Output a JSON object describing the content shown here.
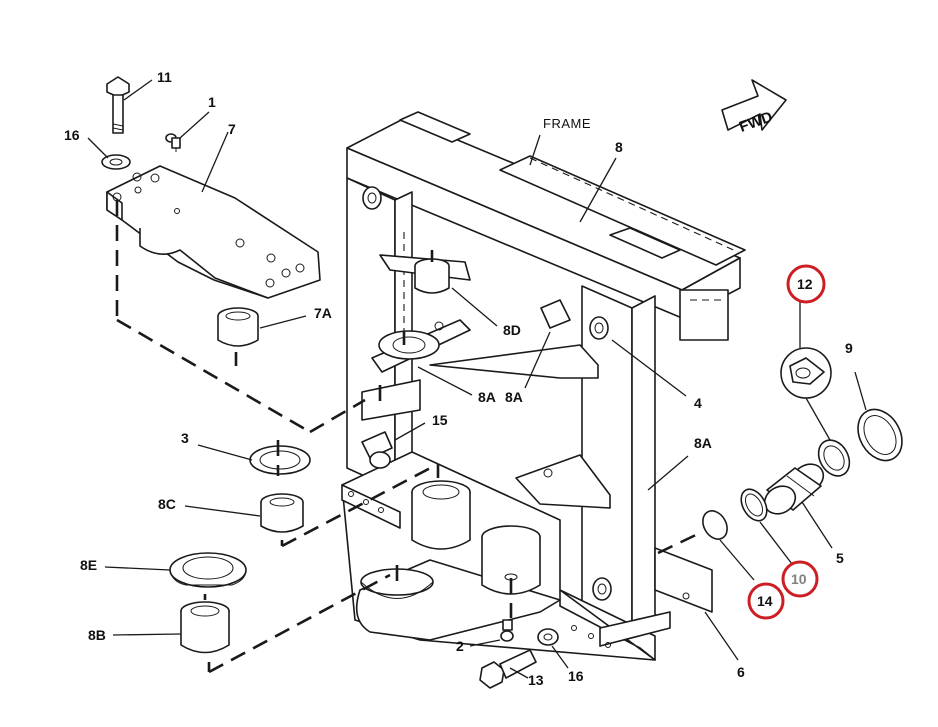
{
  "diagram": {
    "frame_label": "FRAME",
    "fwd_label": "FWD",
    "callouts": {
      "c11": "11",
      "c1": "1",
      "c16a": "16",
      "c7": "7",
      "c8": "8",
      "c7a": "7A",
      "c8d": "8D",
      "c12": "12",
      "c9": "9",
      "c8a1": "8A",
      "c8a2": "8A",
      "c4": "4",
      "c15": "15",
      "c3": "3",
      "c8a3": "8A",
      "c8c": "8C",
      "c5": "5",
      "c8e": "8E",
      "c10": "10",
      "c14": "14",
      "c8b": "8B",
      "c2": "2",
      "c6": "6",
      "c13": "13",
      "c16b": "16"
    },
    "highlight_color": "#cc1f24"
  }
}
